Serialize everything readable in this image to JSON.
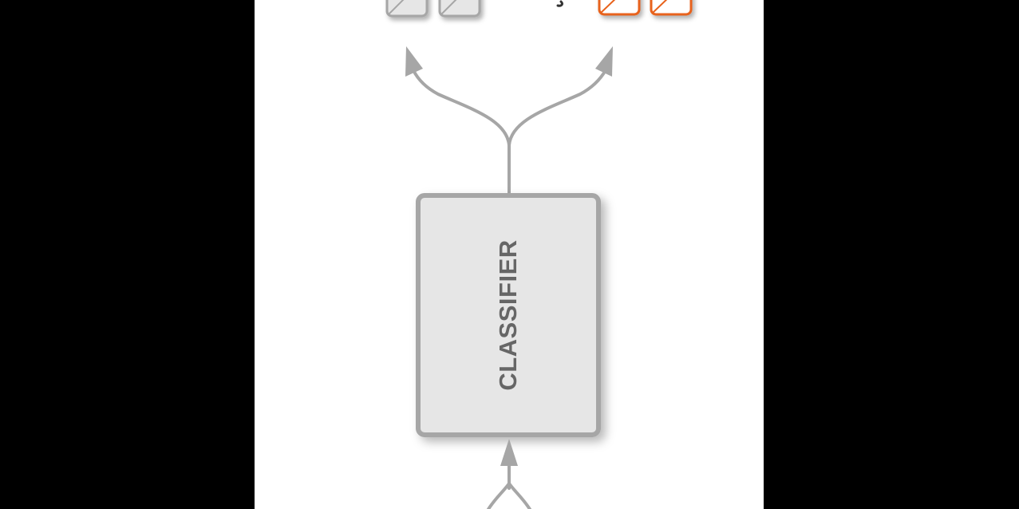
{
  "classifier": {
    "label": "CLASSIFIER"
  },
  "colors": {
    "gray_box_border": "#a6a6a6",
    "gray_box_fill": "#e6e6e6",
    "arrow": "#a6a6a6",
    "orange": "#e8621a",
    "label_text": "#666666"
  },
  "icons": [
    "gray-output-square",
    "orange-output-square",
    "arrow",
    "classifier-block"
  ]
}
